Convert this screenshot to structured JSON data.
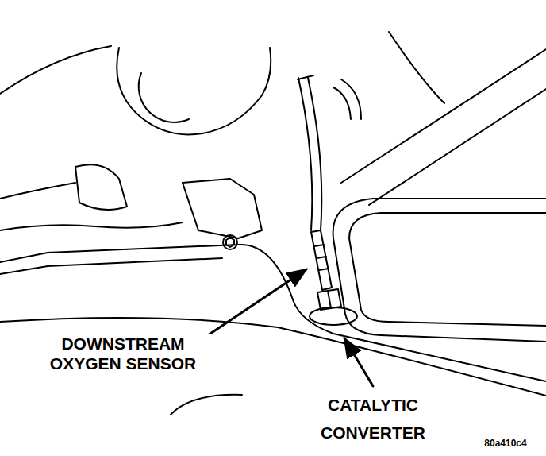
{
  "diagram": {
    "labels": [
      "DOWNSTREAM OXYGEN SENSOR",
      "CATALYTIC CONVERTER",
      "80a410c4"
    ]
  }
}
